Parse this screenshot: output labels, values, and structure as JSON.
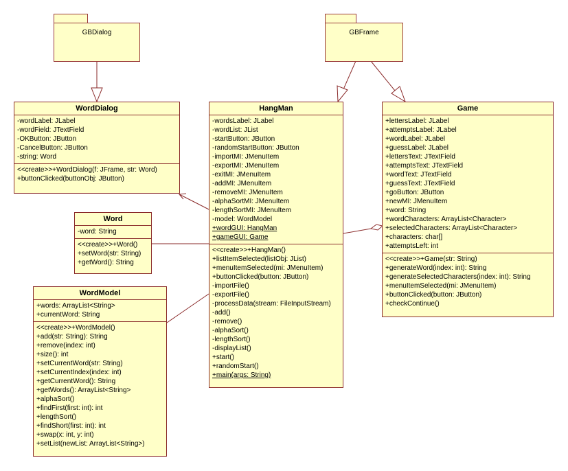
{
  "packages": {
    "gbdialog": "GBDialog",
    "gbframe": "GBFrame"
  },
  "classes": {
    "worddialog": {
      "name": "WordDialog",
      "attributes": [
        "-wordLabel: JLabel",
        "-wordField: JTextField",
        "-OKButton: JButton",
        "-CancelButton: JButton",
        "-string: Word"
      ],
      "operations": [
        "<<create>>+WordDialog(f: JFrame, str: Word)",
        "+buttonClicked(buttonObj: JButton)"
      ]
    },
    "word": {
      "name": "Word",
      "attributes": [
        "-word: String"
      ],
      "operations": [
        "<<create>>+Word()",
        "+setWord(str: String)",
        "+getWord(): String"
      ]
    },
    "wordmodel": {
      "name": "WordModel",
      "attributes": [
        "+words: ArrayList<String>",
        "+currentWord: String"
      ],
      "operations": [
        "<<create>>+WordModel()",
        "+add(str: String): String",
        "+remove(index: int)",
        "+size(): int",
        "+setCurrentWord(str: String)",
        "+setCurrentIndex(index: int)",
        "+getCurrentWord(): String",
        "+getWords(): ArrayList<String>",
        "+alphaSort()",
        "+findFirst(first: int): int",
        "+lengthSort()",
        "+findShort(first: int): int",
        "+swap(x: int, y: int)",
        "+setList(newList: ArrayList<String>)"
      ]
    },
    "hangman": {
      "name": "HangMan",
      "attributes": [
        "-wordsLabel: JLabel",
        "-wordList: JList",
        "-startButton: JButton",
        "-randomStartButton: JButton",
        "-importMI: JMenuItem",
        "-exportMI: JMenuItem",
        "-exitMI: JMenuItem",
        "-addMI: JMenuItem",
        "-removeMI: JMenuItem",
        "-alphaSortMI: JMenuItem",
        "-lengthSortMI: JMenuItem",
        "-model: WordModel",
        "+wordGUI: HangMan",
        "+gameGUI: Game"
      ],
      "operations": [
        "<<create>>+HangMan()",
        "+listItemSelected(listObj: JList)",
        "+menuItemSelected(mi: JMenuItem)",
        "+buttonClicked(button: JButton)",
        "-importFile()",
        "-exportFile()",
        "-processData(stream: FileInputStream)",
        "-add()",
        "-remove()",
        "-alphaSort()",
        "-lengthSort()",
        "-displayList()",
        "+start()",
        "+randomStart()",
        "+main(args: String)"
      ]
    },
    "game": {
      "name": "Game",
      "attributes": [
        "+lettersLabel: JLabel",
        "+attemptsLabel: JLabel",
        "+wordLabel: JLabel",
        "+guessLabel: JLabel",
        "+lettersText: JTextField",
        "+attemptsText: JTextField",
        "+wordText: JTextField",
        "+guessText: JTextField",
        "+goButton: JButton",
        "+newMI: JMenuItem",
        "+word: String",
        "+wordCharacters: ArrayList<Character>",
        "+selectedCharacters: ArrayList<Character>",
        "+characters: char[]",
        "+attemptsLeft: int"
      ],
      "operations": [
        "<<create>>+Game(str: String)",
        "+generateWord(index: int): String",
        "+generateSelectedCharacters(index: int): String",
        "+menuItemSelected(mi: JMenuItem)",
        "+buttonClicked(button: JButton)",
        "+checkContinue()"
      ]
    }
  }
}
